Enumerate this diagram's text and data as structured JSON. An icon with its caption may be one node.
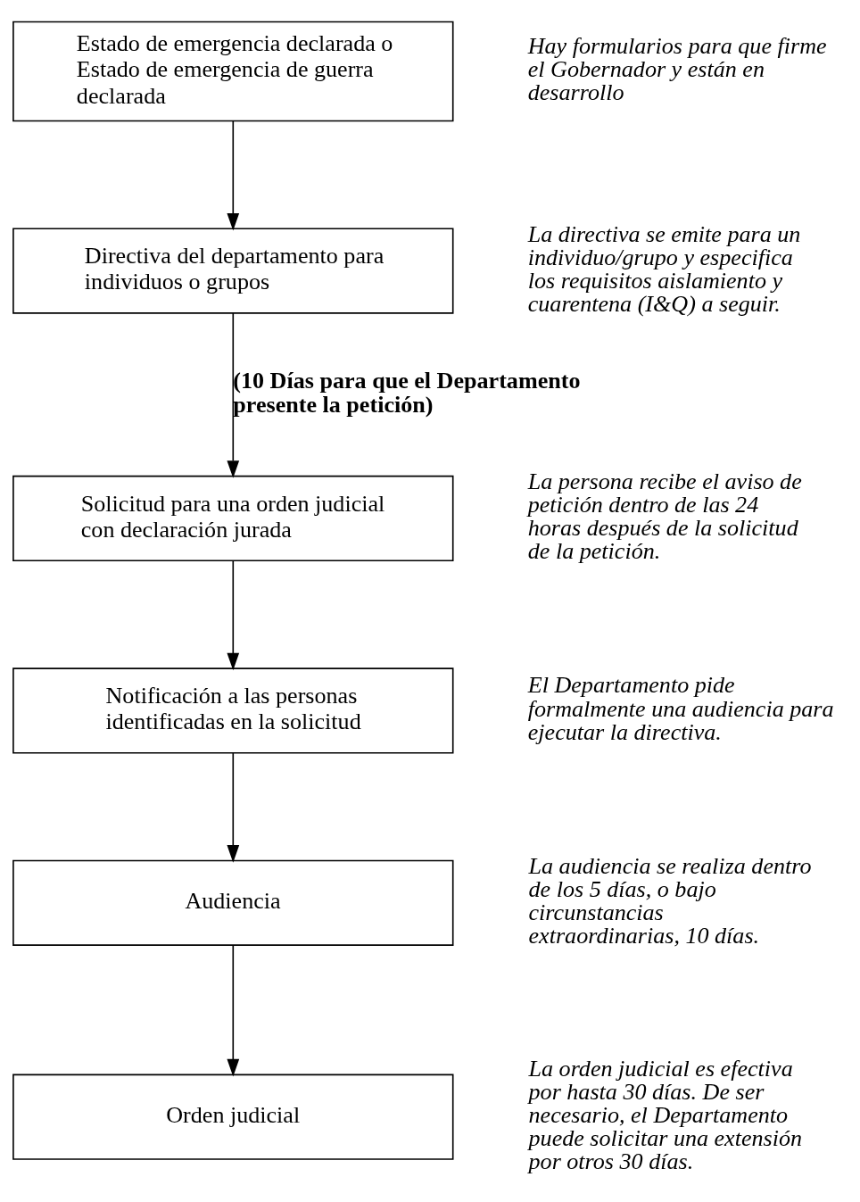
{
  "diagram": {
    "nodes": [
      {
        "text": [
          "Estado de emergencia declarada o Estado de emergencia de guerra declarada"
        ],
        "beside": [
          "Hay formularios para que firme el Gobernador y están en desarrollo"
        ]
      },
      {
        "text": [
          "Directiva del departamento para individuos o grupos"
        ],
        "beside": [
          "La directiva se emite para un individuo/grupo y especifica los requisitos aislamiento y cuarentena (I&Q) a seguir."
        ]
      },
      {
        "text": [
          "Solicitud para una orden judicial con declaración jurada"
        ],
        "beside": [
          "La persona recibe el aviso de petición dentro de las 24 horas después de la solicitud de la petición."
        ]
      },
      {
        "text": [
          "Notificación a las personas identificadas en la solicitud"
        ],
        "beside": [
          "El Departamento pide formalmente una audiencia para ejecutar la directiva."
        ]
      },
      {
        "text": [
          "Audiencia"
        ],
        "beside": [
          "La audiencia se realiza dentro de los 5 días, o bajo circunstancias extraordinarias, 10 días."
        ]
      },
      {
        "text": [
          "Orden judicial"
        ],
        "beside": [
          "La orden judicial es efectiva por hasta 30 días. De ser necesario, el Departamento puede solicitar una extensión por otros 30 días."
        ]
      }
    ],
    "edges": [
      {
        "from": 0,
        "to": 1,
        "arrow": "to"
      },
      {
        "from": 1,
        "to": 2,
        "arrow": "to",
        "label": "(10 Días para que el Departamento presente la petición)"
      },
      {
        "from": 2,
        "to": 3,
        "arrow": "to"
      },
      {
        "from": 3,
        "to": 4,
        "arrow": "to"
      },
      {
        "from": 4,
        "to": 5,
        "arrow": "to"
      }
    ]
  }
}
